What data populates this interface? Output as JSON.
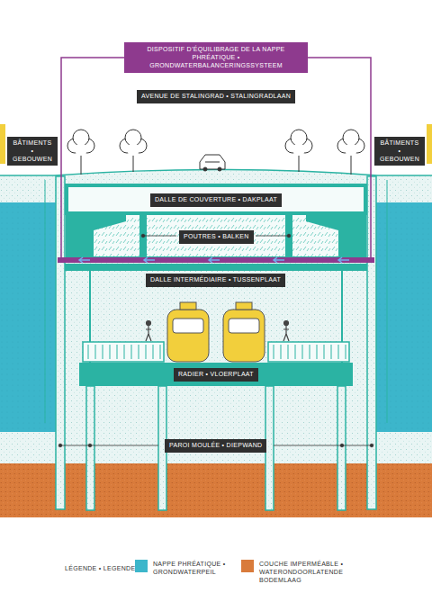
{
  "diagram": {
    "nodes": [
      {
        "text": [
          "DISPOSITIF D’ÉQUILIBRAGE DE LA NAPPE PHRÉATIQUE • GRONDWATERBALANCERINGSSYSTEEM"
        ]
      },
      {
        "text": [
          "AVENUE DE STALINGRAD • STALINGRADLAAN"
        ]
      },
      {
        "text": [
          "BÂTIMENTS • GEBOUWEN"
        ]
      },
      {
        "text": [
          "BÂTIMENTS • GEBOUWEN"
        ]
      },
      {
        "text": [
          "DALLE DE COUVERTURE • DAKPLAAT"
        ]
      },
      {
        "text": [
          "POUTRES • BALKEN"
        ]
      },
      {
        "text": [
          "DALLE INTERMÉDIAIRE • TUSSENPLAAT"
        ]
      },
      {
        "text": [
          "RADIER • VLOERPLAAT"
        ]
      },
      {
        "text": [
          "PAROI MOULÉE • DIEPWAND"
        ]
      }
    ],
    "labels": [
      "LÉGENDE • LEGENDE"
    ],
    "legend": [
      {
        "text": "NAPPE PHRÉATIQUE • GRONDWATERPEIL",
        "color": "#3cb6cb"
      },
      {
        "text": "COUCHE IMPERMÉABLE • WATERONDOORLATENDE BODEMLAAG",
        "color": "#d97b3b"
      }
    ]
  }
}
